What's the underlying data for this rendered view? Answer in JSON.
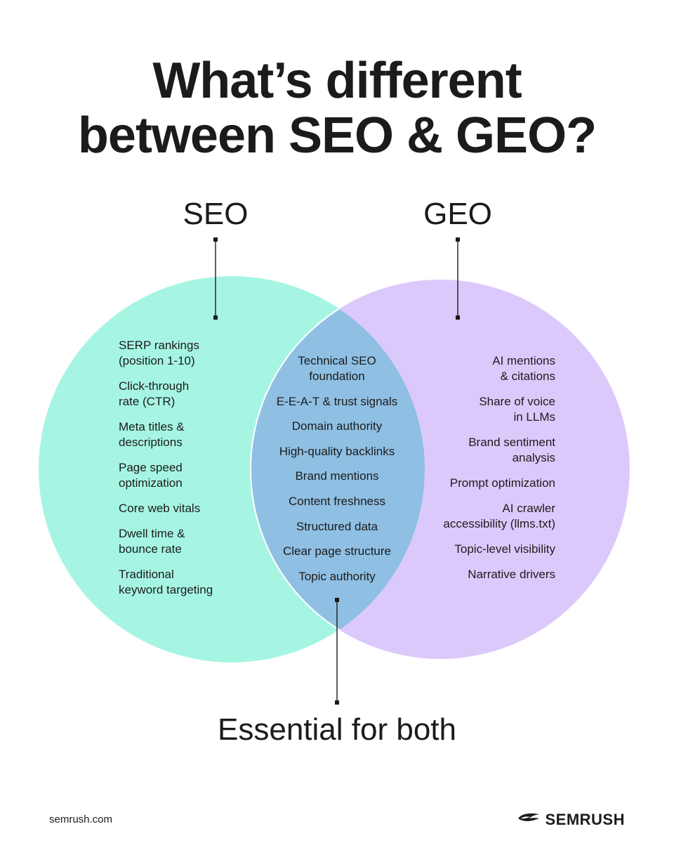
{
  "title": {
    "line1": "What’s different",
    "line2": "between SEO & GEO?"
  },
  "seo": {
    "label": "SEO",
    "color": "#a6f5e3",
    "items": [
      "SERP rankings\n(position 1-10)",
      "Click-through\nrate (CTR)",
      "Meta titles &\ndescriptions",
      "Page speed\noptimization",
      "Core web vitals",
      "Dwell time &\nbounce rate",
      "Traditional\nkeyword targeting"
    ]
  },
  "geo": {
    "label": "GEO",
    "color": "#dcc9fb",
    "items": [
      "AI mentions\n& citations",
      "Share of voice\nin LLMs",
      "Brand sentiment\nanalysis",
      "Prompt optimization",
      "AI crawler\naccessibility (llms.txt)",
      "Topic-level visibility",
      "Narrative drivers"
    ]
  },
  "both": {
    "label": "Essential for both",
    "color": "#8fbfe3",
    "items": [
      "Technical SEO\nfoundation",
      "E-E-A-T & trust signals",
      "Domain authority",
      "High-quality backlinks",
      "Brand mentions",
      "Content freshness",
      "Structured data",
      "Clear page structure",
      "Topic authority"
    ]
  },
  "footer": {
    "url": "semrush.com",
    "brand": "SEMRUSH"
  }
}
